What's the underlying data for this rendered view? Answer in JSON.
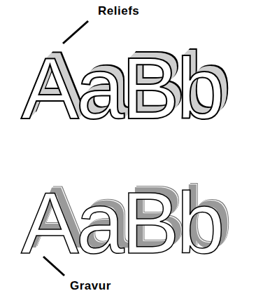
{
  "diagram": {
    "labels": [
      "Reliefs",
      "AaBb",
      "AaBb",
      "Gravur"
    ]
  }
}
